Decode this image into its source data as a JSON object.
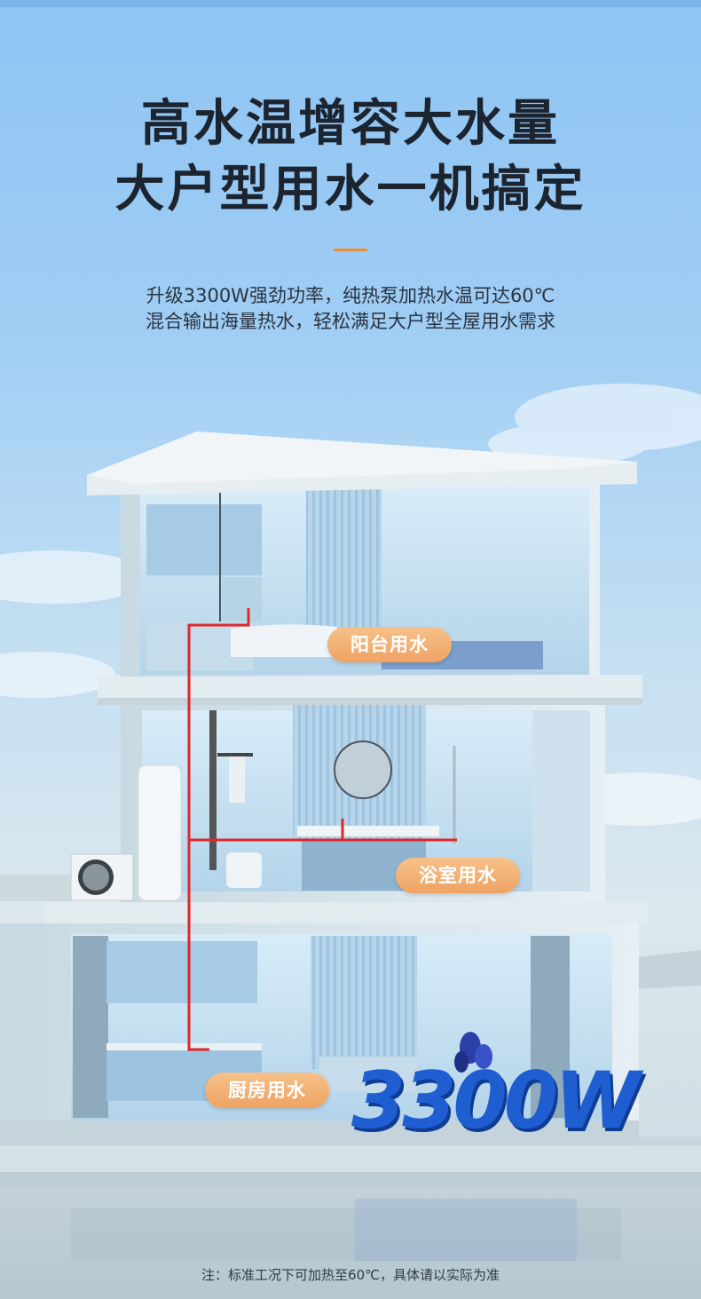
{
  "headline": {
    "line1": "高水温增容大水量",
    "line2": "大户型用水一机搞定"
  },
  "subtitle": {
    "line1": "升级3300W强劲功率，纯热泵加热水温可达60℃",
    "line2": "混合输出海量热水，轻松满足大户型全屋用水需求"
  },
  "labels": {
    "balcony": "阳台用水",
    "bathroom": "浴室用水",
    "kitchen": "厨房用水"
  },
  "power": "3300W",
  "footnote": "注：标准工况下可加热至60℃，具体请以实际为准",
  "colors": {
    "pipe": "#e0262b",
    "label": "#eea363",
    "power": "#1f5ed1",
    "accent": "#f08a2a"
  }
}
